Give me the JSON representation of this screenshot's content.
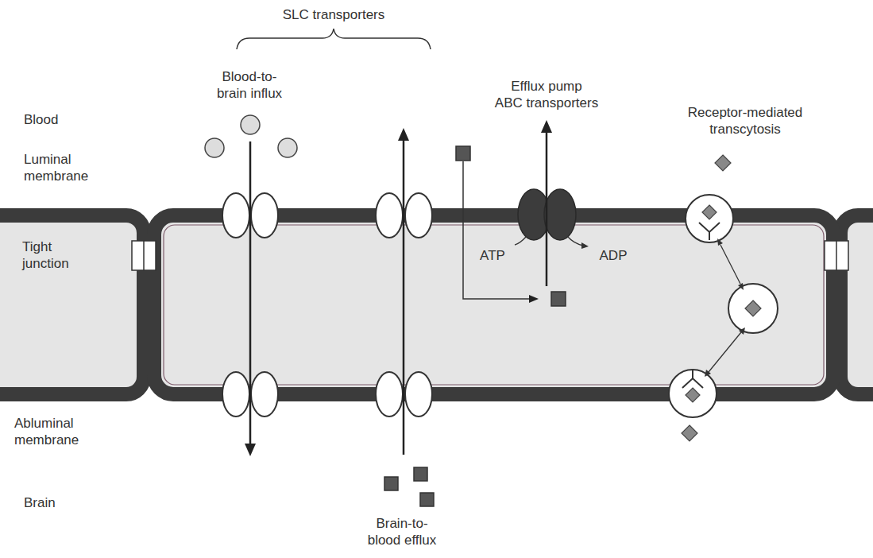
{
  "diagram": {
    "labels": [
      "SLC transporters",
      "Blood-to-brain influx",
      "Efflux pump ABC transporters",
      "Receptor-mediated transcytosis",
      "Blood",
      "Luminal membrane",
      "Tight junction",
      "ATP",
      "ADP",
      "Abluminal membrane",
      "Brain",
      "Brain-to-blood efflux"
    ]
  }
}
